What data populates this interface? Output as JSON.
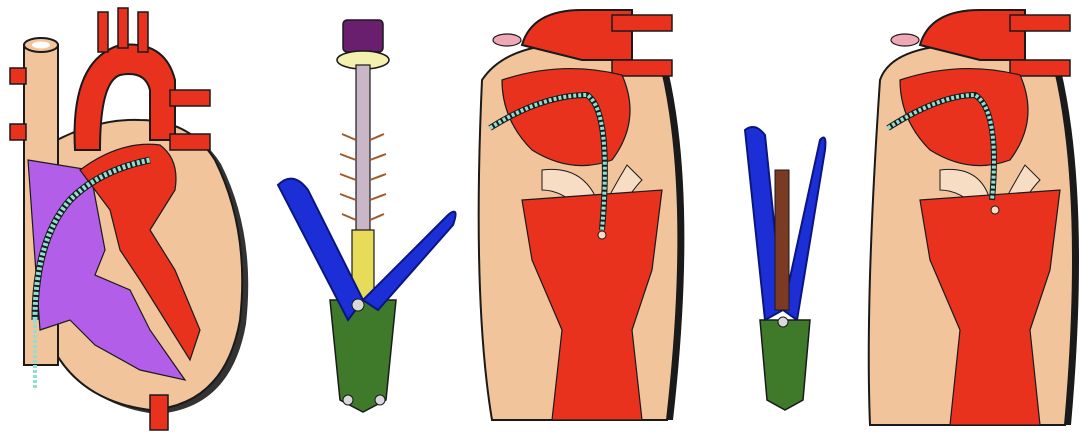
{
  "figure": {
    "panels": [
      {
        "id": "panel-1",
        "subject": "heart-with-transseptal-catheter"
      },
      {
        "id": "panel-2",
        "subject": "clip-delivery-device-open"
      },
      {
        "id": "panel-3",
        "subject": "left-heart-clip-at-mitral-leaflets"
      },
      {
        "id": "panel-4",
        "subject": "clip-closed"
      },
      {
        "id": "panel-5",
        "subject": "left-heart-clip-deployed"
      }
    ],
    "colors": {
      "myocardium": "#f2c49b",
      "blood_arterial": "#e8321e",
      "blood_venous": "#b25ee8",
      "catheter": "#8fe0d2",
      "clip_arms": "#1c2fd6",
      "clip_base": "#3f7a2a",
      "gripper": "#e6dc5a",
      "shaft_cap": "#6a1f6e",
      "outline": "#1a1a1a"
    }
  }
}
